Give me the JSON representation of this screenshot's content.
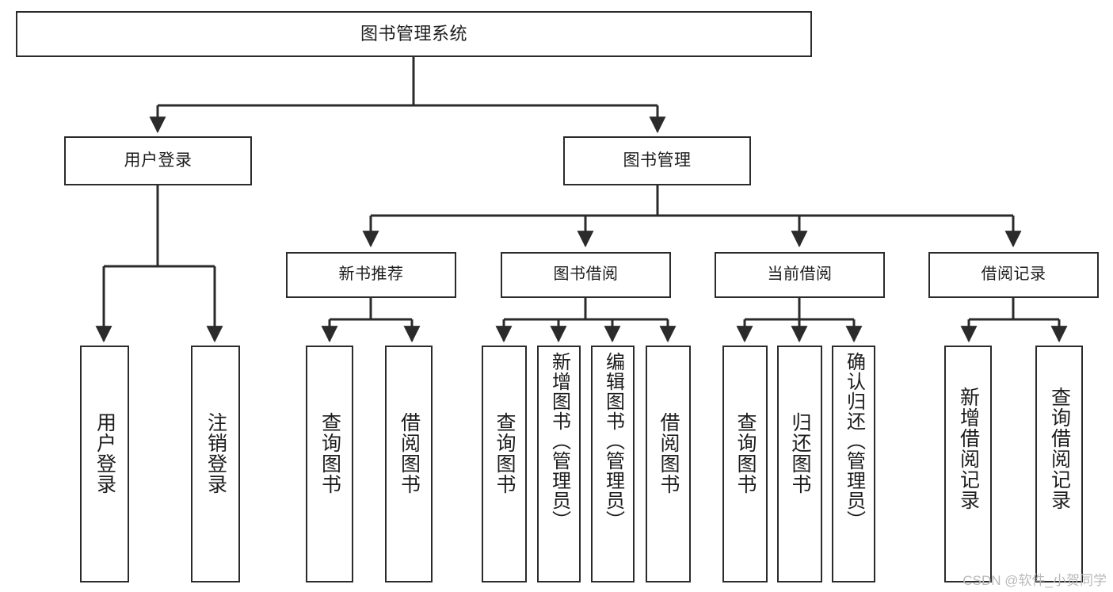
{
  "diagram": {
    "title": "图书管理系统",
    "type": "tree-hierarchy-chart",
    "theme": {
      "box_border": "#2b2b2b",
      "box_fill": "#ffffff",
      "connector": "#2b2b2b",
      "text": "#1c1c1c",
      "background": "#ffffff",
      "watermark": "#b9b9b9"
    },
    "root": {
      "label": "图书管理系统"
    },
    "tier2": [
      {
        "label": "用户登录"
      },
      {
        "label": "图书管理"
      }
    ],
    "tier3": [
      {
        "label": "新书推荐"
      },
      {
        "label": "图书借阅"
      },
      {
        "label": "当前借阅"
      },
      {
        "label": "借阅记录"
      }
    ],
    "leaves": {
      "user_login": [
        {
          "label": "用户登录"
        },
        {
          "label": "注销登录"
        }
      ],
      "new_book_recommend": [
        {
          "label": "查询图书"
        },
        {
          "label": "借阅图书"
        }
      ],
      "book_borrow": [
        {
          "label": "查询图书"
        },
        {
          "label": "新增图书（管理员）"
        },
        {
          "label": "编辑图书（管理员）"
        },
        {
          "label": "借阅图书"
        }
      ],
      "current_borrow": [
        {
          "label": "查询图书"
        },
        {
          "label": "归还图书"
        },
        {
          "label": "确认归还（管理员）"
        }
      ],
      "borrow_record": [
        {
          "label": "新增借阅记录"
        },
        {
          "label": "查询借阅记录"
        }
      ]
    },
    "watermark": "CSDN @软件_小贺同学"
  }
}
